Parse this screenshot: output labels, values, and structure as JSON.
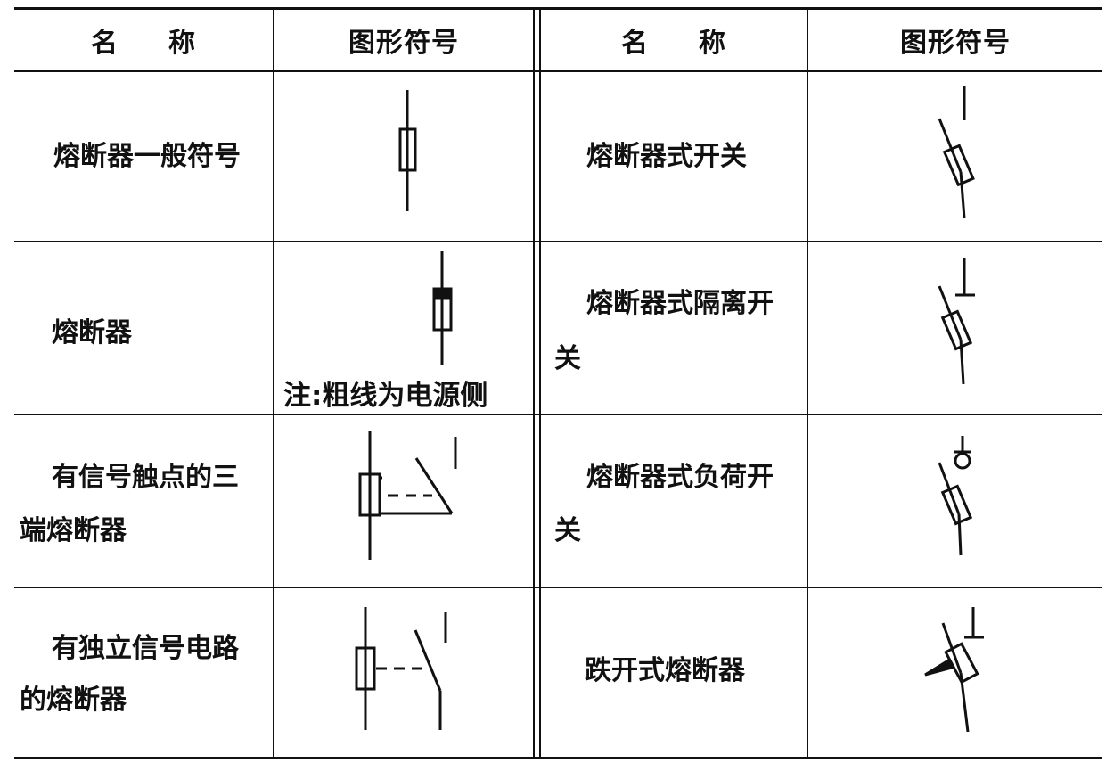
{
  "table": {
    "headers": [
      {
        "part1": "名",
        "part2": "称"
      },
      {
        "text": "图形符号"
      },
      {
        "part1": "名",
        "part2": "称"
      },
      {
        "text": "图形符号"
      }
    ],
    "rows": [
      {
        "left_name": "熔断器一般符号",
        "left_symbol": "fuse-general-symbol",
        "right_name": "熔断器式开关",
        "right_symbol": "fuse-switch-symbol"
      },
      {
        "left_name": "熔断器",
        "left_symbol": "fuse-supply-side-symbol",
        "left_note": "注:粗线为电源侧",
        "right_name_line1": "熔断器式隔离开",
        "right_name_line2": "关",
        "right_symbol": "fuse-disconnector-symbol"
      },
      {
        "left_name_line1": "有信号触点的三",
        "left_name_line2": "端熔断器",
        "left_symbol": "three-terminal-fuse-symbol",
        "right_name_line1": "熔断器式负荷开",
        "right_name_line2": "关",
        "right_symbol": "fuse-load-switch-symbol"
      },
      {
        "left_name_line1": "有独立信号电路",
        "left_name_line2": "的熔断器",
        "left_symbol": "fuse-independent-alarm-symbol",
        "right_name": "跌开式熔断器",
        "right_symbol": "drop-out-fuse-symbol"
      }
    ]
  }
}
